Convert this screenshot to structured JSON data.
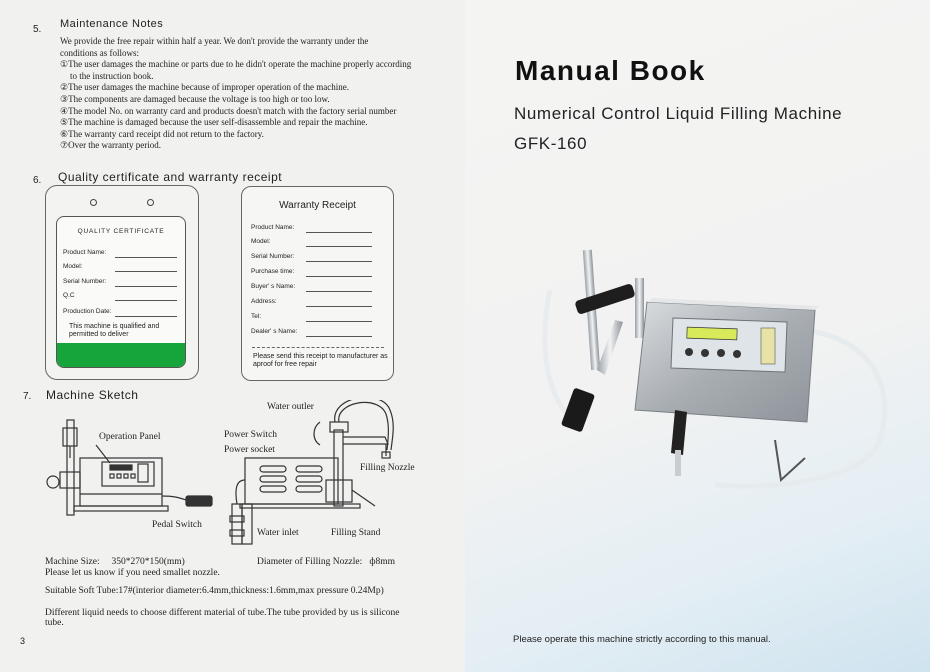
{
  "left": {
    "page_number": "3",
    "section5": {
      "number": "5.",
      "title": "Maintenance Notes",
      "lines": [
        "We provide the free repair within half a year. We don't provide the warranty under the",
        "conditions as follows:",
        "①The user damages the machine or parts due to he didn't operate the machine properly according",
        "to the instruction book.",
        "②The user damages the machine because of improper operation of the machine.",
        "③The components are damaged because the voltage is too high or too low.",
        "④The model No. on warranty card and products doesn't match with the factory serial number",
        "⑤The machine is damaged because the user self-disassemble and repair the machine.",
        "⑥The warranty card receipt did not return to the factory.",
        "⑦Over the warranty period."
      ]
    },
    "section6": {
      "number": "6.",
      "title": "Quality certificate and warranty receipt",
      "certificate": {
        "heading": "QUALITY CERTIFICATE",
        "fields": [
          "Product Name:",
          "Model:",
          "Serial Number:",
          "Q.C",
          "Production Date:"
        ],
        "note": "This machine is qualified and permitted to deliver",
        "band_color": "#16a53a"
      },
      "receipt": {
        "title": "Warranty Receipt",
        "fields": [
          "Product Name:",
          "Model:",
          "Serial Number:",
          "Purchase time:",
          "Buyer' s Name:",
          "Address:",
          "Tel:",
          "Dealer' s Name:"
        ],
        "note": "Please send this receipt to manufacturer as aproof for free repair"
      }
    },
    "section7": {
      "number": "7.",
      "title": "Machine Sketch",
      "labels": {
        "operation_panel": "Operation Panel",
        "pedal_switch": "Pedal Switch",
        "water_outlet": "Water outler",
        "power_switch": "Power Switch",
        "power_socket": "Power socket",
        "filling_nozzle": "Filling Nozzle",
        "water_inlet": "Water inlet",
        "filling_stand": "Filling Stand"
      },
      "machine_size": "Machine Size:     350*270*150(mm)",
      "nozzle_diameter": "Diameter of Filling Nozzle:   ф8mm",
      "smaller_nozzle": "Please let us know if you need smallet nozzle.",
      "soft_tube": "Suitable Soft Tube:17#(interior diameter:6.4mm,thickness:1.6mm,max pressure 0.24Mp)",
      "liquid_note": "Different liquid needs to choose different material of tube.The tube provided by us is silicone tube."
    }
  },
  "right": {
    "title": "Manual Book",
    "subtitle": "Numerical Control Liquid Filling Machine",
    "model": "GFK-160",
    "footer": "Please operate this machine strictly according to this manual."
  }
}
